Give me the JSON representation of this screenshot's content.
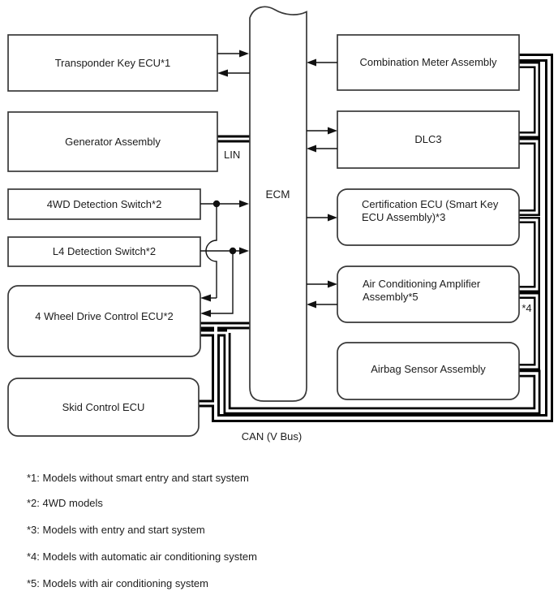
{
  "diagram": {
    "ecm": "ECM",
    "lin": "LIN",
    "can": "CAN (V Bus)",
    "star4": "*4",
    "left_modules": [
      {
        "label": "Transponder Key ECU*1"
      },
      {
        "label": "Generator Assembly"
      },
      {
        "label": "4WD Detection Switch*2"
      },
      {
        "label": "L4 Detection Switch*2"
      },
      {
        "label": "4 Wheel Drive Control ECU*2"
      },
      {
        "label": "Skid Control ECU"
      }
    ],
    "right_modules": [
      {
        "label": "Combination Meter Assembly"
      },
      {
        "label": "DLC3"
      },
      {
        "label": "Certification ECU (Smart Key ECU Assembly)*3"
      },
      {
        "label": "Air Conditioning Amplifier Assembly*5"
      },
      {
        "label": "Airbag Sensor Assembly"
      }
    ],
    "footnotes": [
      "*1: Models without smart entry and start system",
      "*2: 4WD models",
      "*3: Models with entry and start system",
      "*4: Models with automatic air conditioning system",
      "*5: Models with air conditioning system"
    ]
  }
}
